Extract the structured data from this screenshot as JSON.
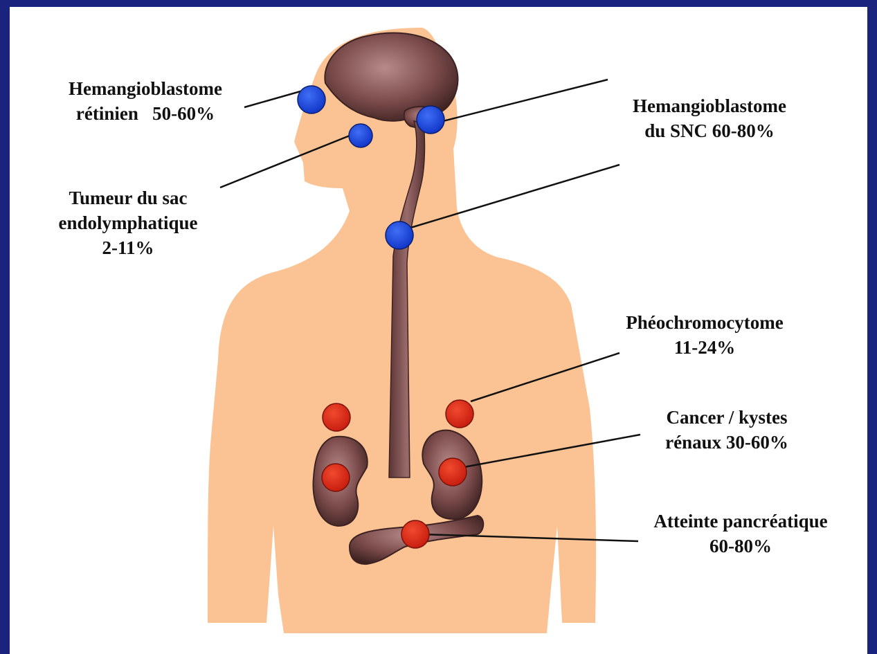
{
  "colors": {
    "frame": "#1a237e",
    "skin": "#fbc393",
    "organ": "#6b3f3f",
    "marker_cns": "#1d4fe0",
    "marker_visceral": "#e6301c",
    "leader": "#111111"
  },
  "annotations": [
    {
      "id": "retinal",
      "lines": [
        "Hemangioblastome",
        "rétinien   50-60%"
      ],
      "marker": "blue"
    },
    {
      "id": "cns",
      "lines": [
        "Hemangioblastome",
        "du SNC 60-80%"
      ],
      "marker": "blue"
    },
    {
      "id": "endolymphatic",
      "lines": [
        "Tumeur du sac",
        "endolymphatique",
        "2-11%"
      ],
      "marker": "blue"
    },
    {
      "id": "pheo",
      "lines": [
        "Phéochromocytome",
        "11-24%"
      ],
      "marker": "red"
    },
    {
      "id": "renal",
      "lines": [
        "Cancer / kystes",
        "rénaux 30-60%"
      ],
      "marker": "red"
    },
    {
      "id": "pancreas",
      "lines": [
        "Atteinte pancréatique",
        "60-80%"
      ],
      "marker": "red"
    }
  ]
}
